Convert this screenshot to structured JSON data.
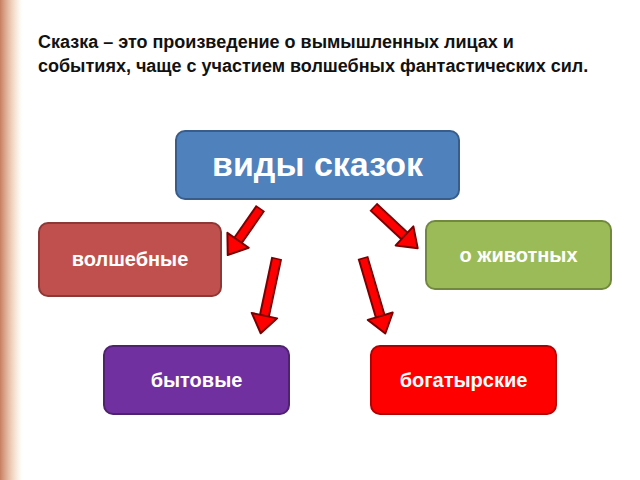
{
  "diagram": {
    "title": "Сказка – это произведение о вымышленных лицах и событиях, чаще с участием волшебных фантастических сил.",
    "nodes": [
      {
        "text": [
          "виды сказок"
        ]
      },
      {
        "text": [
          "волшебные"
        ]
      },
      {
        "text": [
          "о животных"
        ]
      },
      {
        "text": [
          "бытовые"
        ]
      },
      {
        "text": [
          "богатырские"
        ]
      }
    ],
    "edges": [
      {
        "from": 0,
        "to": 1,
        "arrow": "to"
      },
      {
        "from": 0,
        "to": 2,
        "arrow": "to"
      },
      {
        "from": 0,
        "to": 3,
        "arrow": "to"
      },
      {
        "from": 0,
        "to": 4,
        "arrow": "to"
      }
    ]
  }
}
